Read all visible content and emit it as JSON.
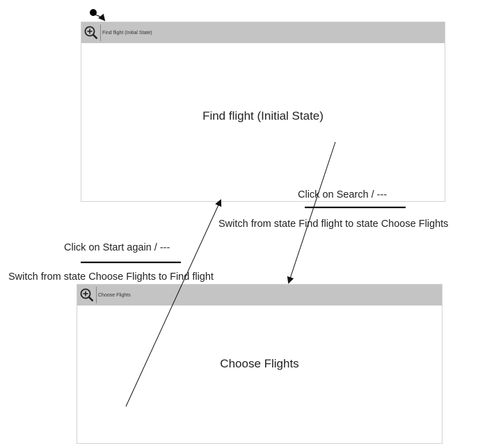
{
  "states": {
    "find_flight": {
      "header_title": "Find flight  (Initial State)",
      "name": "Find flight (Initial State)"
    },
    "choose_flights": {
      "header_title": "Choose Flights",
      "name": "Choose Flights"
    }
  },
  "transitions": {
    "search": {
      "trigger": "Click on Search  /  ---",
      "description": "Switch from state Find flight to state Choose Flights"
    },
    "start_again": {
      "trigger": "Click on Start again  /  ---",
      "description": "Switch from state Choose Flights to Find flight"
    }
  },
  "icons": {
    "zoom": "zoom-in-magnifier-icon",
    "initial_marker": "initial-state-dot"
  }
}
